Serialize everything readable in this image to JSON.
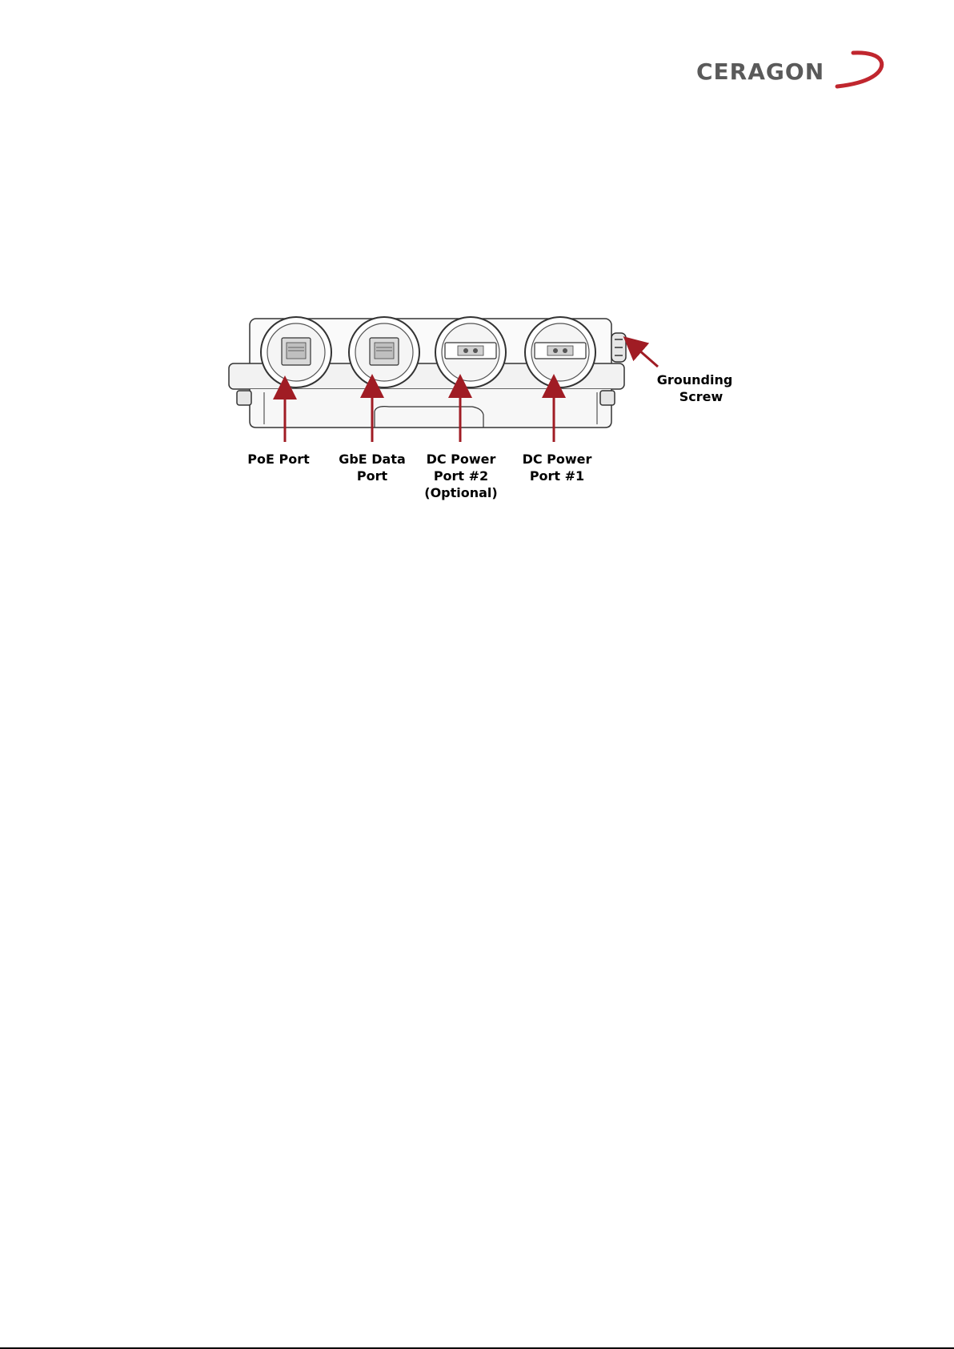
{
  "header": {
    "logo_text": "CERAGON"
  },
  "figure": {
    "callouts": {
      "poe_port": "PoE Port",
      "gbe_data_port_line1": "GbE Data",
      "gbe_data_port_line2": "Port",
      "dc_power_port_2_line1": "DC Power",
      "dc_power_port_2_line2": "Port #2",
      "dc_power_port_2_line3": "(Optional)",
      "dc_power_port_1_line1": "DC Power",
      "dc_power_port_1_line2": "Port #1",
      "grounding_screw_line1": "Grounding",
      "grounding_screw_line2": "Screw"
    }
  },
  "colors": {
    "logo_gray": "#5a5a5a",
    "logo_swoosh": "#c0262e",
    "arrow": "#a01c24",
    "outline": "#333333"
  }
}
